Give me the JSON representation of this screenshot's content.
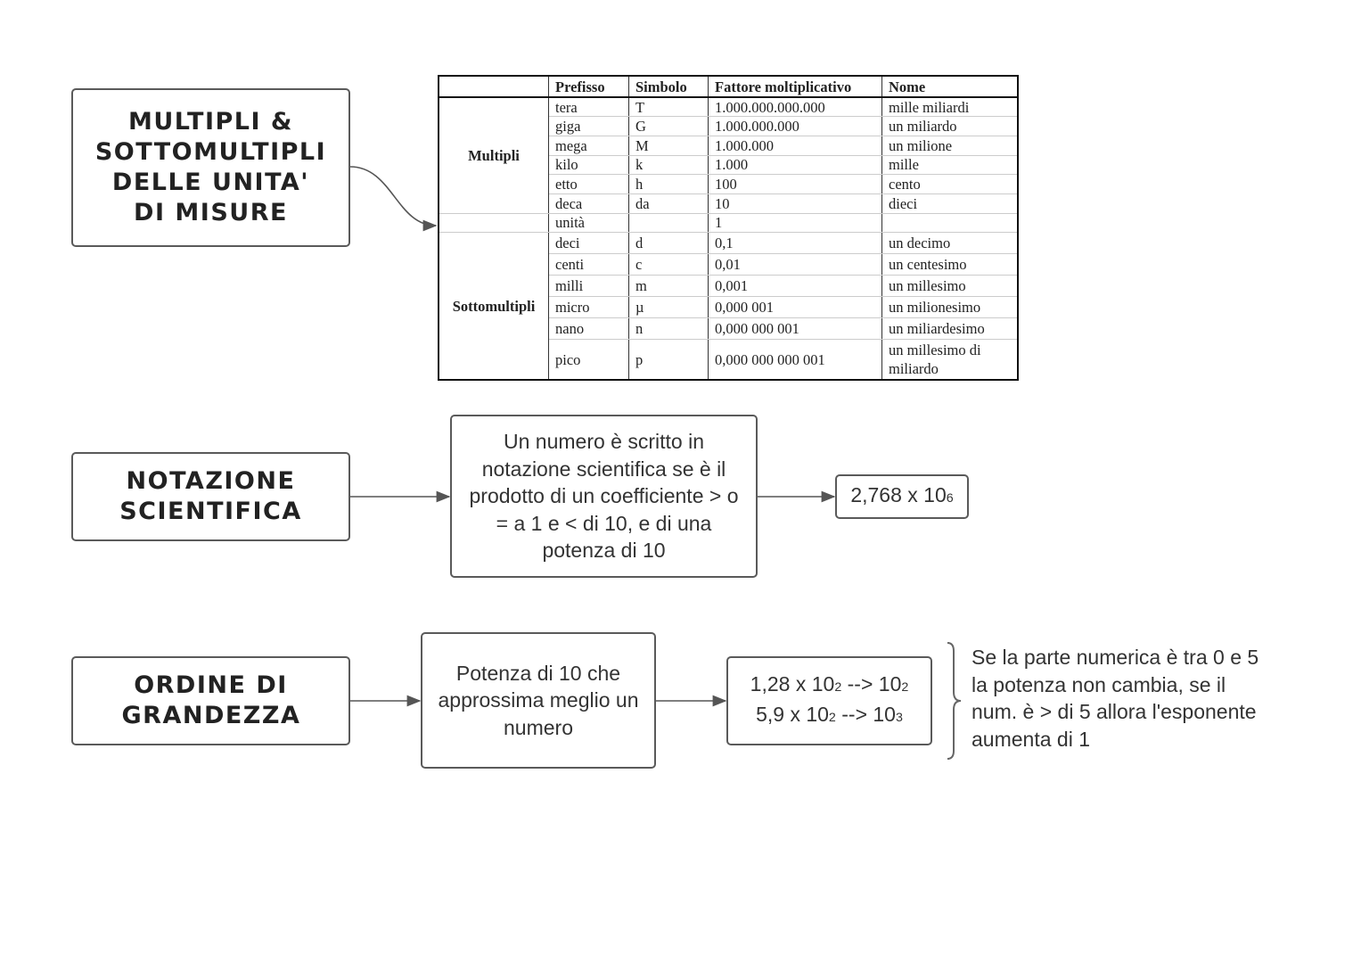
{
  "sections": {
    "multipli": {
      "title": "MULTIPLI & SOTTOMULTIPLI DELLE UNITA' DI MISURE"
    },
    "notazione": {
      "title": "NOTAZIONE SCIENTIFICA",
      "definition": "Un numero è scritto in notazione scientifica se è il prodotto di un coefficiente > o = a 1 e < di 10, e di una potenza di 10",
      "example_base": "2,768 x 10",
      "example_exp": "6"
    },
    "ordine": {
      "title": "ORDINE DI GRANDEZZA",
      "definition": "Potenza di 10 che approssima meglio un numero",
      "ex1_a": "1,28 x 10",
      "ex1_a_exp": "2",
      "ex1_arrow": " --> 10",
      "ex1_b_exp": "2",
      "ex2_a": "5,9 x 10",
      "ex2_a_exp": "2",
      "ex2_arrow": " --> 10",
      "ex2_b_exp": "3",
      "rule": "Se la parte numerica è tra 0 e 5 la potenza non cambia, se il num. è > di 5 allora l'esponente aumenta di 1"
    }
  },
  "table": {
    "headers": [
      "",
      "Prefisso",
      "Simbolo",
      "Fattore moltiplicativo",
      "Nome"
    ],
    "group_multipli": "Multipli",
    "group_sottomultipli": "Sottomultipli",
    "rows": [
      [
        "tera",
        "T",
        "1.000.000.000.000",
        "mille miliardi"
      ],
      [
        "giga",
        "G",
        "1.000.000.000",
        "un miliardo"
      ],
      [
        "mega",
        "M",
        "1.000.000",
        "un milione"
      ],
      [
        "kilo",
        "k",
        "1.000",
        "mille"
      ],
      [
        "etto",
        "h",
        "100",
        "cento"
      ],
      [
        "deca",
        "da",
        "10",
        "dieci"
      ],
      [
        "unità",
        "",
        "1",
        ""
      ],
      [
        "deci",
        "d",
        "0,1",
        "un decimo"
      ],
      [
        "centi",
        "c",
        "0,01",
        "un centesimo"
      ],
      [
        "milli",
        "m",
        "0,001",
        "un millesimo"
      ],
      [
        "micro",
        "µ",
        "0,000 001",
        "un milionesimo"
      ],
      [
        "nano",
        "n",
        "0,000 000 001",
        "un miliardesimo"
      ],
      [
        "pico",
        "p",
        "0,000 000 000 001",
        "un millesimo di miliardo"
      ]
    ]
  }
}
